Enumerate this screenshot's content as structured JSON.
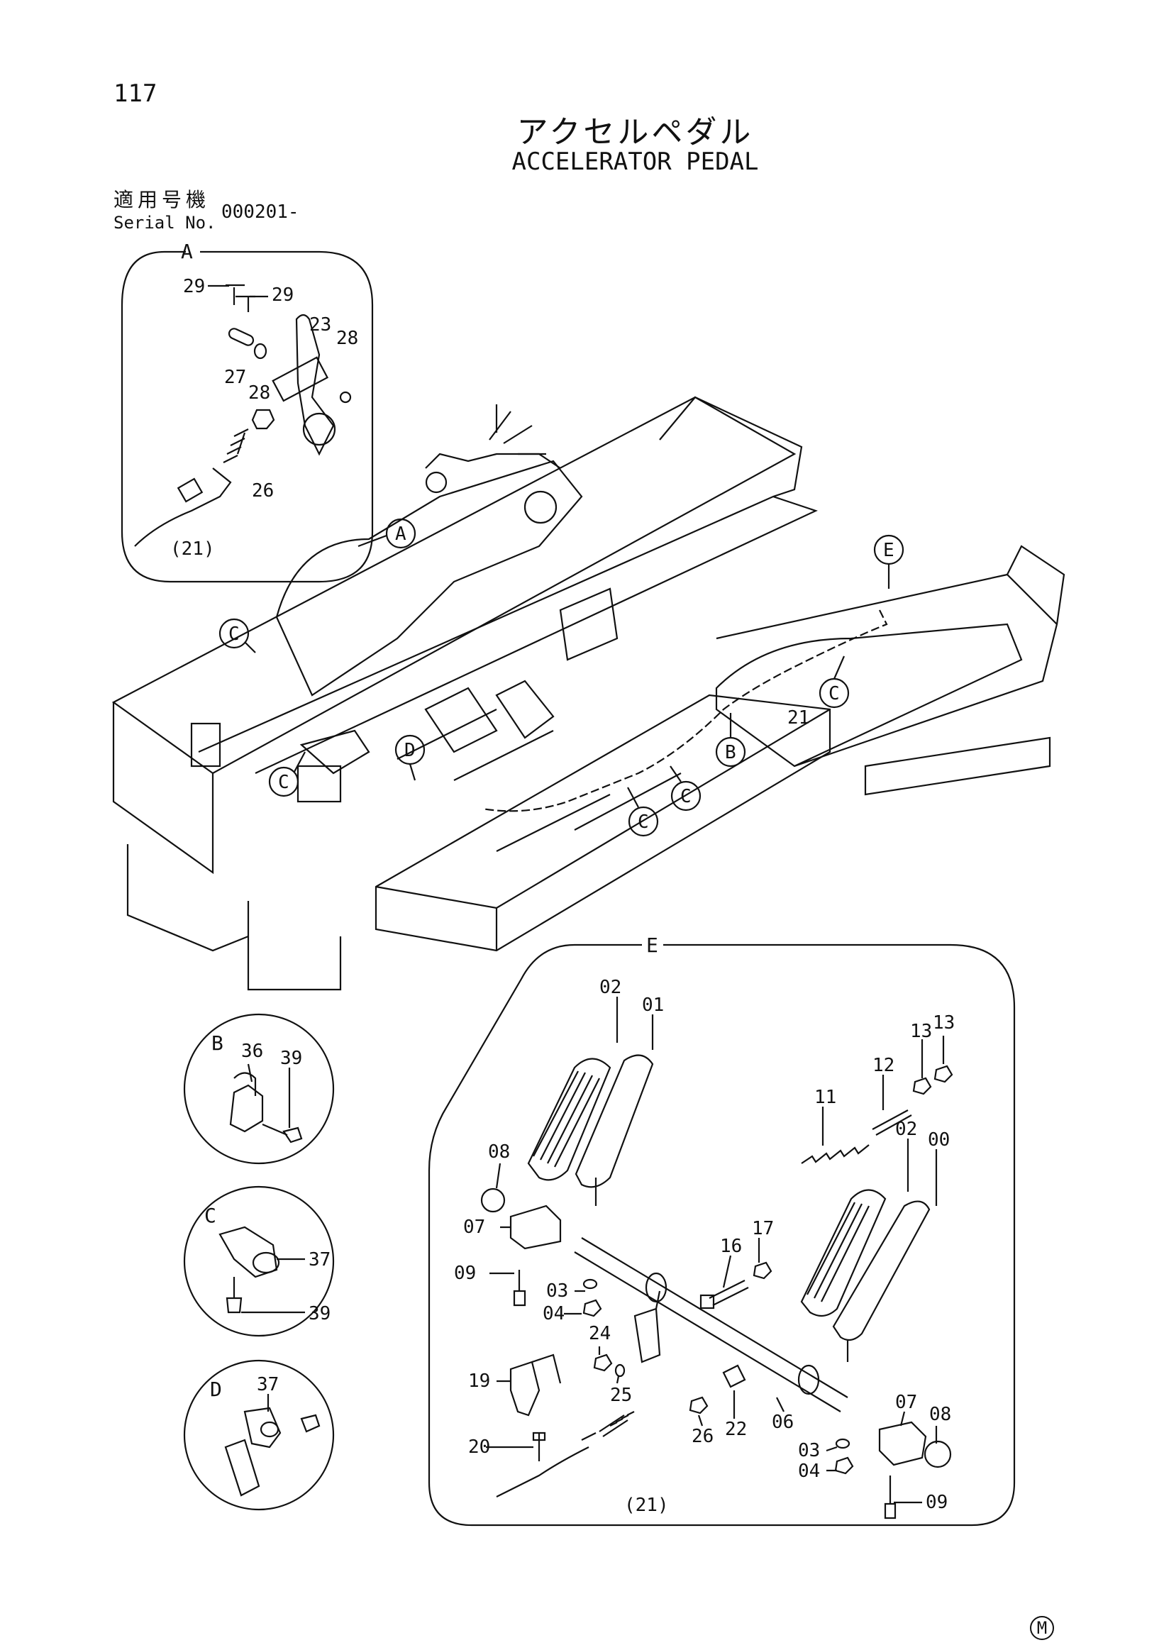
{
  "page_number": "117",
  "title_jp": "アクセルペダル",
  "title_en": "ACCELERATOR PEDAL",
  "serial": {
    "label_jp": "適用号機",
    "label_en": "Serial No.",
    "value": "000201-"
  },
  "detail_views": {
    "A": {
      "letter": "A",
      "parts": [
        "29",
        "29",
        "23",
        "28",
        "27",
        "28",
        "26",
        "(21)"
      ]
    },
    "B": {
      "letter": "B",
      "parts": [
        "36",
        "39"
      ]
    },
    "C": {
      "letter": "C",
      "parts": [
        "37",
        "39"
      ]
    },
    "D": {
      "letter": "D",
      "parts": [
        "37"
      ]
    },
    "E": {
      "letter": "E",
      "parts": [
        "02",
        "01",
        "13",
        "13",
        "12",
        "11",
        "02",
        "00",
        "08",
        "07",
        "09",
        "03",
        "04",
        "16",
        "17",
        "19",
        "24",
        "25",
        "20",
        "26",
        "22",
        "06",
        "03",
        "04",
        "07",
        "08",
        "09",
        "(21)"
      ]
    }
  },
  "callouts": {
    "A": "A",
    "B": "B",
    "C": "C",
    "D": "D",
    "E": "E",
    "cable": "21"
  },
  "footer_mark": "M",
  "colors": {
    "ink": "#111111",
    "paper": "#ffffff"
  }
}
